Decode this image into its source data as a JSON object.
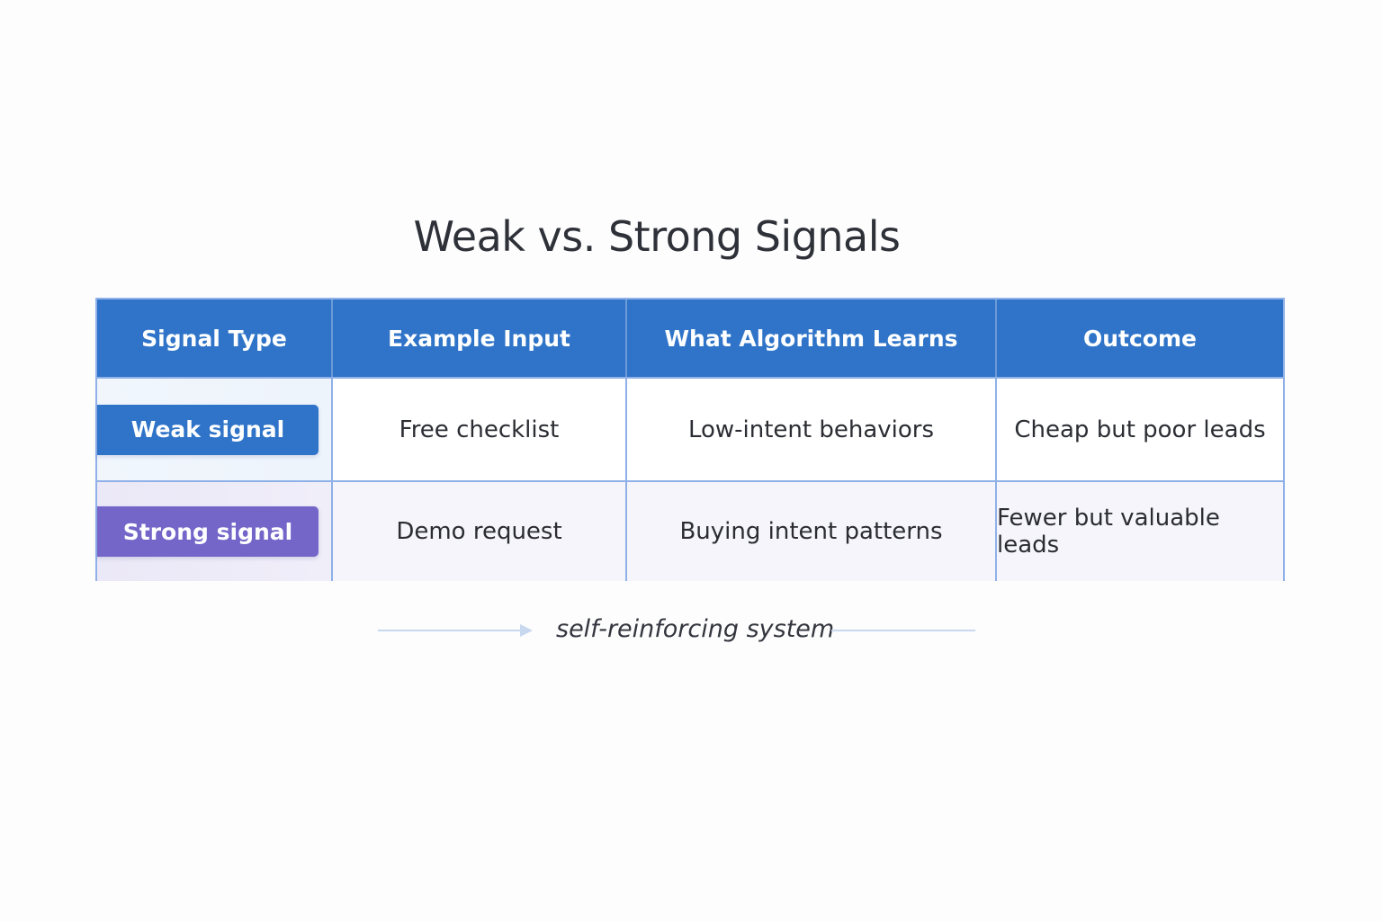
{
  "title": "Weak vs. Strong Signals",
  "table": {
    "headers": [
      "Signal Type",
      "Example Input",
      "What Algorithm Learns",
      "Outcome"
    ],
    "rows": [
      {
        "signal_type": "Weak signal",
        "example_input": "Free checklist",
        "algorithm_learns": "Low-intent behaviors",
        "outcome": "Cheap but poor leads"
      },
      {
        "signal_type": "Strong signal",
        "example_input": "Demo request",
        "algorithm_learns": "Buying intent patterns",
        "outcome": "Fewer but valuable leads"
      }
    ]
  },
  "flow": {
    "label": "self-reinforcing system",
    "icon": "arrow-right-icon"
  },
  "colors": {
    "header_bg": "#2f74c8",
    "weak_pill": "#2f74c8",
    "strong_pill": "#7466c9",
    "grid": "#8fb1e8"
  }
}
